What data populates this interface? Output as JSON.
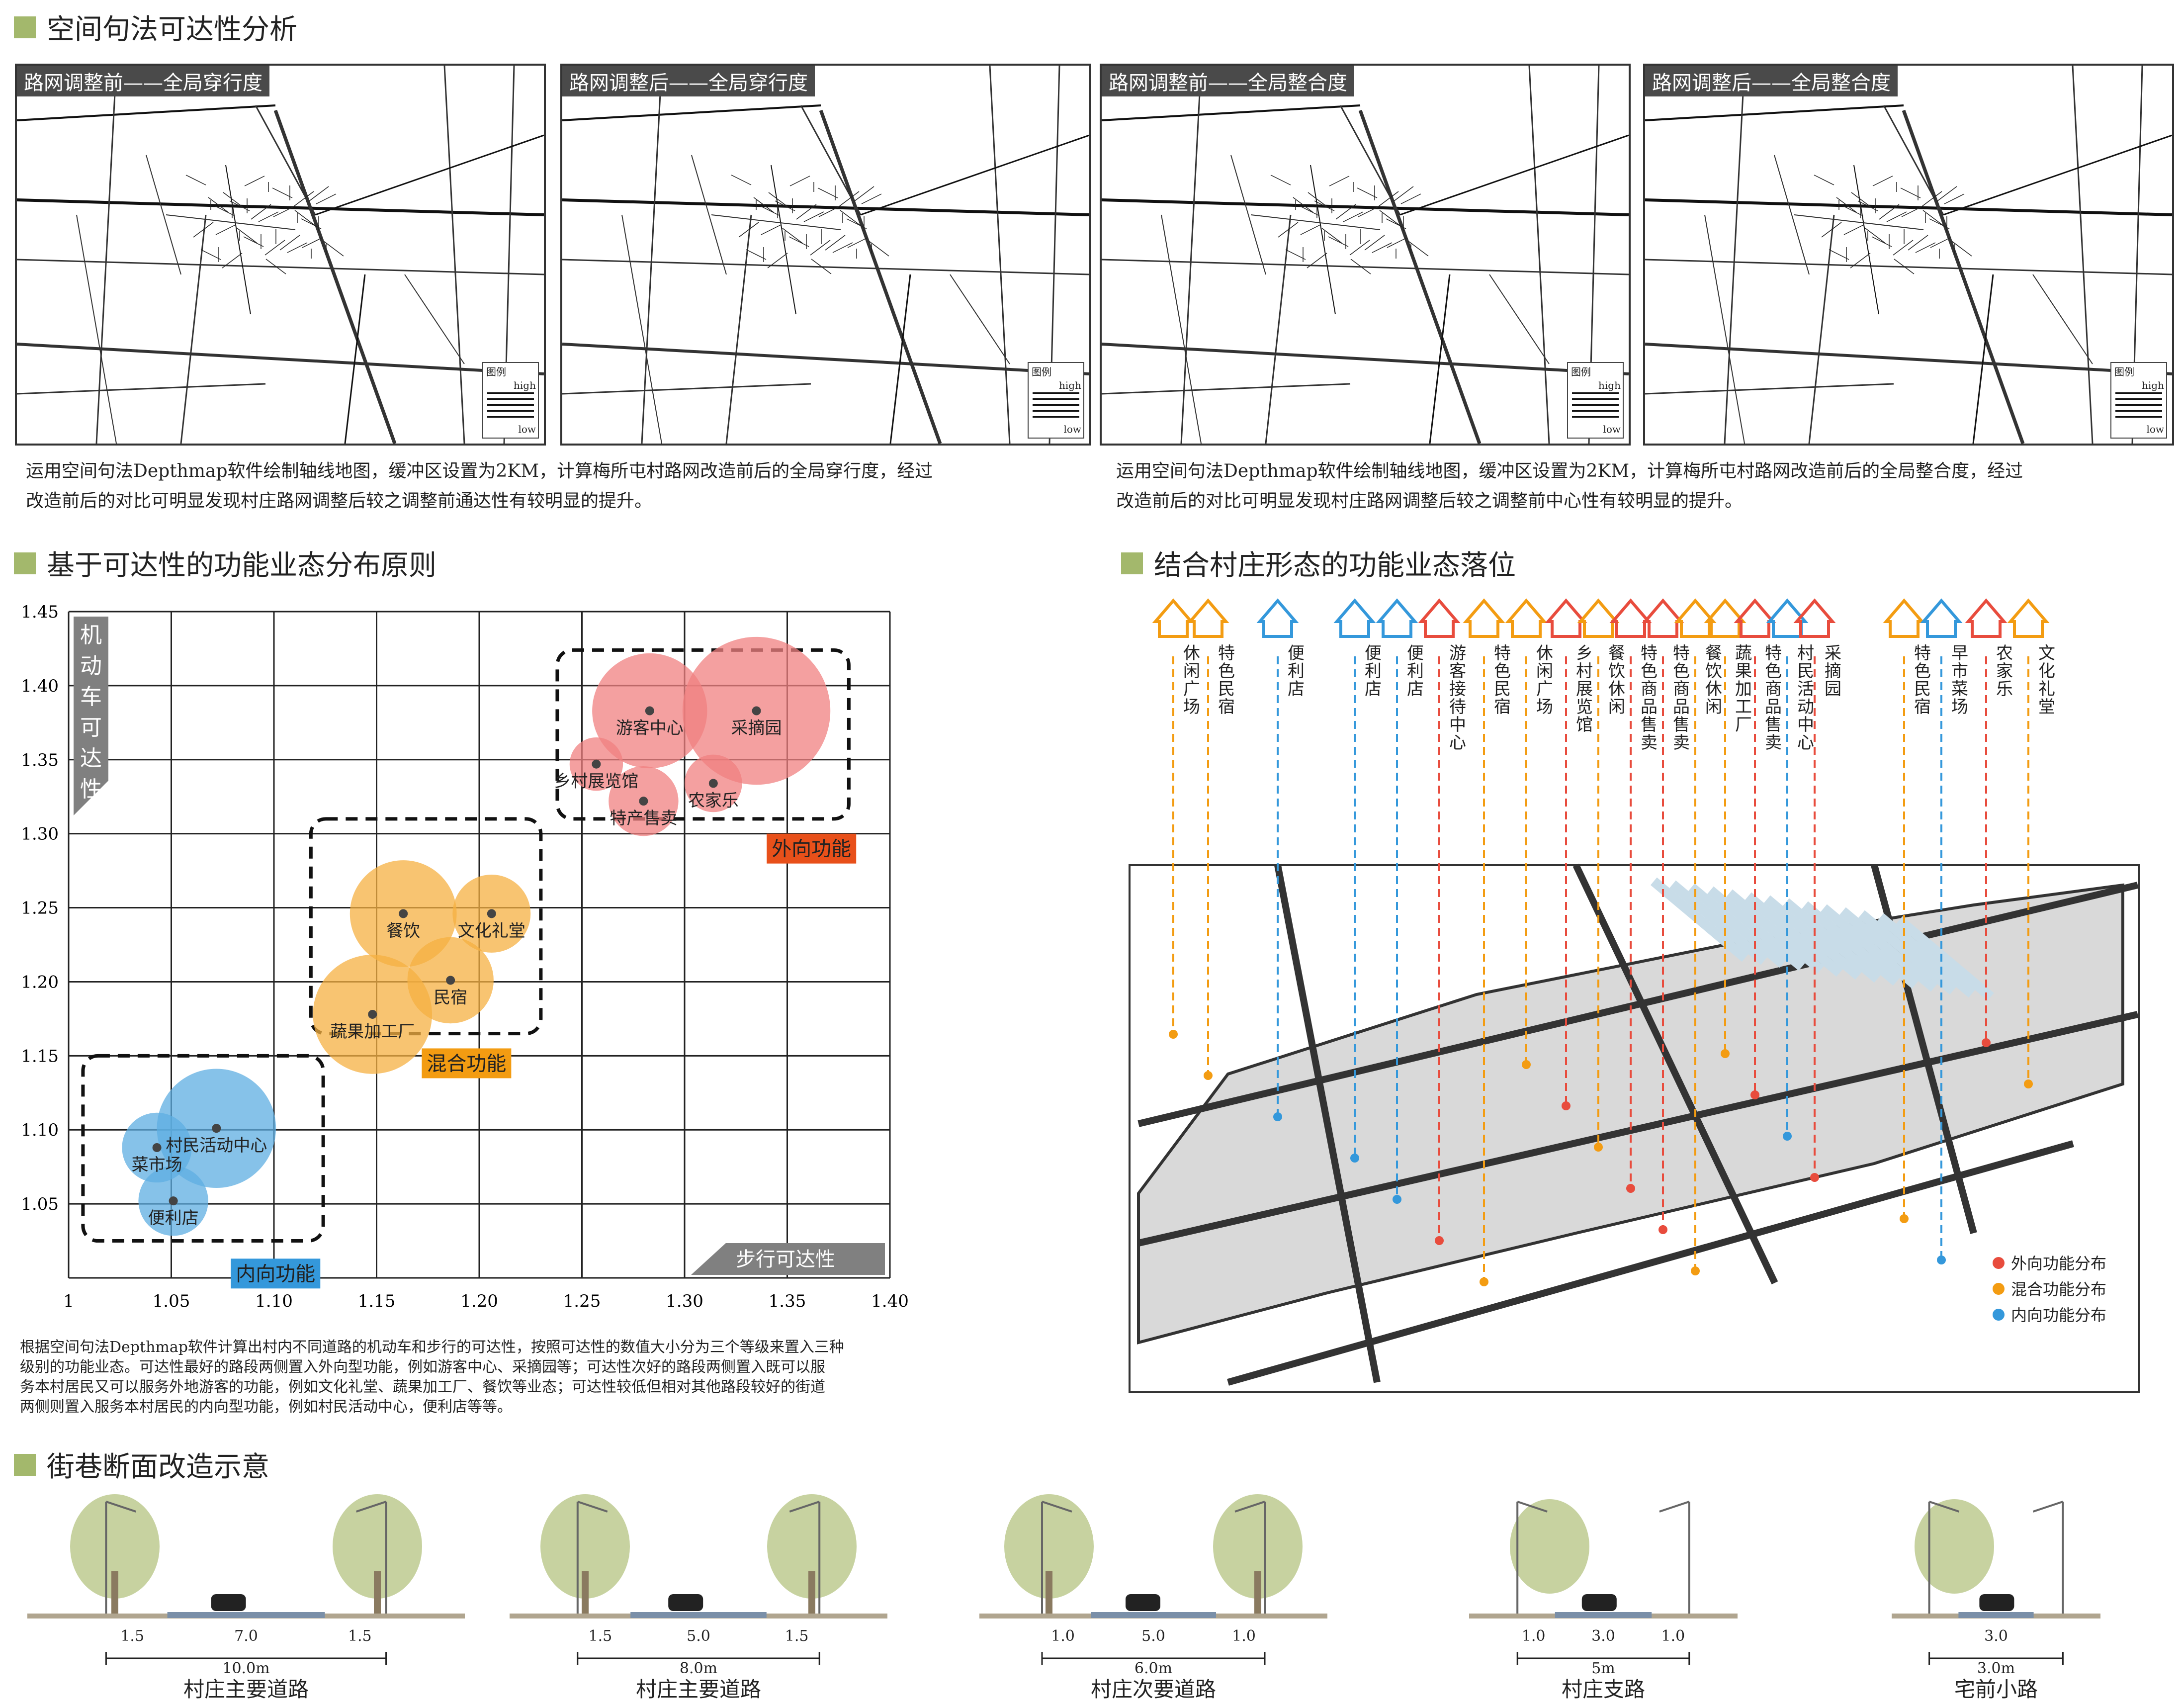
{
  "sections": {
    "s1": "空间句法可达性分析",
    "s2": "基于可达性的功能业态分布原则",
    "s3": "结合村庄形态的功能业态落位",
    "s4": "街巷断面改造示意"
  },
  "maps": [
    {
      "label": "路网调整前——全局穿行度"
    },
    {
      "label": "路网调整后——全局穿行度"
    },
    {
      "label": "路网调整前——全局整合度"
    },
    {
      "label": "路网调整后——全局整合度"
    }
  ],
  "map_legend": {
    "title": "图例",
    "high": "high",
    "low": "low"
  },
  "desc_left": [
    "运用空间句法Depthmap软件绘制轴线地图，缓冲区设置为2KM，计算梅所屯村路网改造前后的全局穿行度，经过",
    "改造前后的对比可明显发现村庄路网调整后较之调整前通达性有较明显的提升。"
  ],
  "desc_right": [
    "运用空间句法Depthmap软件绘制轴线地图，缓冲区设置为2KM，计算梅所屯村路网改造前后的全局整合度，经过",
    "改造前后的对比可明显发现村庄路网调整后较之调整前中心性有较明显的提升。"
  ],
  "chart_data": {
    "type": "scatter",
    "xlabel": "步行可达性",
    "ylabel": "机动车可达性",
    "xlim": [
      1,
      1.4
    ],
    "ylim": [
      1.0,
      1.45
    ],
    "x_ticks": [
      "1",
      "1.05",
      "1.10",
      "1.15",
      "1.20",
      "1.25",
      "1.30",
      "1.35",
      "1.40"
    ],
    "y_ticks": [
      "1.05",
      "1.10",
      "1.15",
      "1.20",
      "1.25",
      "1.30",
      "1.35",
      "1.40",
      "1.45"
    ],
    "groups": [
      {
        "name": "外向功能",
        "color": "#f08080",
        "tag_color": "#e8501a"
      },
      {
        "name": "混合功能",
        "color": "#f5b041",
        "tag_color": "#f39c12"
      },
      {
        "name": "内向功能",
        "color": "#5dade2",
        "tag_color": "#3498db"
      }
    ],
    "points": [
      {
        "label": "游客中心",
        "x": 1.283,
        "y": 1.383,
        "r": 0.028,
        "group": 0
      },
      {
        "label": "采摘园",
        "x": 1.335,
        "y": 1.383,
        "r": 0.036,
        "group": 0
      },
      {
        "label": "乡村展览馆",
        "x": 1.257,
        "y": 1.347,
        "r": 0.013,
        "group": 0
      },
      {
        "label": "农家乐",
        "x": 1.314,
        "y": 1.334,
        "r": 0.014,
        "group": 0
      },
      {
        "label": "特产售卖",
        "x": 1.28,
        "y": 1.322,
        "r": 0.017,
        "group": 0
      },
      {
        "label": "餐饮",
        "x": 1.163,
        "y": 1.246,
        "r": 0.026,
        "group": 1
      },
      {
        "label": "文化礼堂",
        "x": 1.206,
        "y": 1.246,
        "r": 0.019,
        "group": 1
      },
      {
        "label": "民宿",
        "x": 1.186,
        "y": 1.201,
        "r": 0.021,
        "group": 1
      },
      {
        "label": "蔬果加工厂",
        "x": 1.148,
        "y": 1.178,
        "r": 0.029,
        "group": 1
      },
      {
        "label": "村民活动中心",
        "x": 1.072,
        "y": 1.101,
        "r": 0.029,
        "group": 2
      },
      {
        "label": "菜市场",
        "x": 1.043,
        "y": 1.088,
        "r": 0.017,
        "group": 2
      },
      {
        "label": "便利店",
        "x": 1.051,
        "y": 1.052,
        "r": 0.017,
        "group": 2
      }
    ]
  },
  "chart_desc": [
    "根据空间句法Depthmap软件计算出村内不同道路的机动车和步行的可达性，按照可达性的数值大小分为三个等级来置入三种",
    "级别的功能业态。可达性最好的路段两侧置入外向型功能，例如游客中心、采摘园等；可达性次好的路段两侧置入既可以服",
    "务本村居民又可以服务外地游客的功能，例如文化礼堂、蔬果加工厂、餐饮等业态；可达性较低但相对其他路段较好的街道",
    "两侧则置入服务本村居民的内向型功能，例如村民活动中心，便利店等等。"
  ],
  "pois": [
    {
      "label": "休闲广场",
      "type": "orange",
      "icon": "house-icon"
    },
    {
      "label": "特色民宿",
      "type": "orange",
      "icon": "house-icon"
    },
    {
      "label": "便利店",
      "type": "blue",
      "icon": "basket-icon"
    },
    {
      "label": "便利店",
      "type": "blue",
      "icon": "basket-icon"
    },
    {
      "label": "便利店",
      "type": "blue",
      "icon": "basket-icon"
    },
    {
      "label": "游客接待中心",
      "type": "red",
      "icon": "info-icon"
    },
    {
      "label": "特色民宿",
      "type": "orange",
      "icon": "house-icon"
    },
    {
      "label": "休闲广场",
      "type": "orange",
      "icon": "house-icon"
    },
    {
      "label": "乡村展览馆",
      "type": "red",
      "icon": "museum-icon"
    },
    {
      "label": "餐饮休闲",
      "type": "orange",
      "icon": "food-icon"
    },
    {
      "label": "特色商品售卖",
      "type": "red",
      "icon": "shop-icon"
    },
    {
      "label": "特色商品售卖",
      "type": "red",
      "icon": "shop-icon"
    },
    {
      "label": "餐饮休闲",
      "type": "orange",
      "icon": "food-icon"
    },
    {
      "label": "蔬果加工厂",
      "type": "orange",
      "icon": "factory-icon"
    },
    {
      "label": "特色商品售卖",
      "type": "red",
      "icon": "shop-icon"
    },
    {
      "label": "村民活动中心",
      "type": "blue",
      "icon": "home-icon"
    },
    {
      "label": "采摘园",
      "type": "red",
      "icon": "fruit-icon"
    },
    {
      "label": "特色民宿",
      "type": "orange",
      "icon": "house-icon"
    },
    {
      "label": "早市菜场",
      "type": "blue",
      "icon": "market-icon"
    },
    {
      "label": "农家乐",
      "type": "red",
      "icon": "farmhouse-icon"
    },
    {
      "label": "文化礼堂",
      "type": "orange",
      "icon": "hall-icon"
    }
  ],
  "poi_legend": [
    {
      "label": "外向功能分布",
      "color": "#e84c3d"
    },
    {
      "label": "混合功能分布",
      "color": "#f39c12"
    },
    {
      "label": "内向功能分布",
      "color": "#3498db"
    }
  ],
  "sections_road": [
    {
      "name": "村庄主要道路",
      "total": "10.0m",
      "parts": [
        "1.5",
        "7.0",
        "1.5"
      ]
    },
    {
      "name": "村庄主要道路",
      "total": "8.0m",
      "parts": [
        "1.5",
        "5.0",
        "1.5"
      ]
    },
    {
      "name": "村庄次要道路",
      "total": "6.0m",
      "parts": [
        "1.0",
        "5.0",
        "1.0"
      ]
    },
    {
      "name": "村庄支路",
      "total": "5m",
      "parts": [
        "1.0",
        "3.0",
        "1.0"
      ]
    },
    {
      "name": "宅前小路",
      "total": "3.0m",
      "parts": [
        "3.0"
      ]
    }
  ]
}
